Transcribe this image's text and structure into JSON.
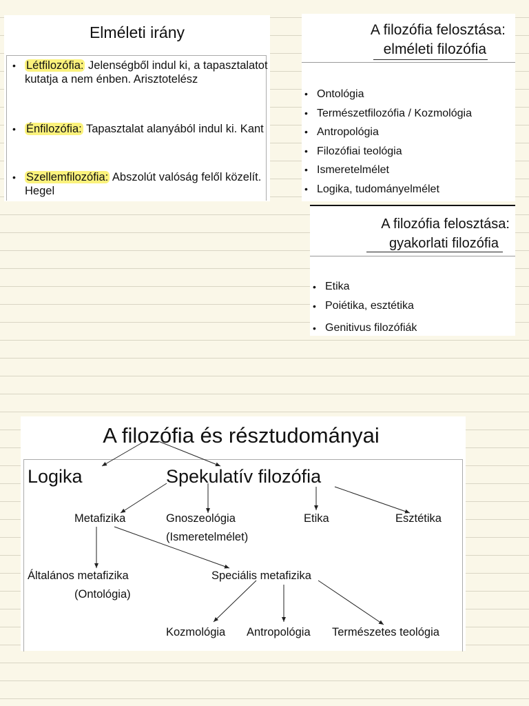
{
  "card1": {
    "title": "Elméleti irány",
    "items": [
      {
        "term": "Létfilozófia:",
        "desc": " Jelenségből indul ki, a tapasztalatot kutatja a nem énben. Arisztotelész"
      },
      {
        "term": "Énfilozófia:",
        "desc": " Tapasztalat alanyából indul ki. Kant"
      },
      {
        "term": "Szellemfilozófia:",
        "desc": " Abszolút valóság felől közelít. Hegel"
      }
    ]
  },
  "card2": {
    "title_line1": "A filozófia felosztása:",
    "title_line2": "elméleti filozófia",
    "items": [
      "Ontológia",
      "Természetfilozófia / Kozmológia",
      "Antropológia",
      "Filozófiai teológia",
      "Ismeretelmélet",
      "Logika, tudományelmélet"
    ]
  },
  "card3": {
    "title_line1": "A filozófia felosztása:",
    "title_line2": "gyakorlati filozófia",
    "items": [
      "Etika",
      "Poiétika, esztétika",
      "Genitivus filozófiák"
    ]
  },
  "card4": {
    "title": "A filozófia és résztudományai",
    "nodes": {
      "logika": "Logika",
      "spekulativ": "Spekulatív filozófia",
      "metafizika": "Metafizika",
      "gnoszeologia": "Gnoszeológia",
      "ismeretelmelet": "(Ismeretelmélet)",
      "etika": "Etika",
      "esztetika": "Esztétika",
      "altalanos": "Általános metafizika",
      "ontologia": "(Ontológia)",
      "specialis": "Speciális metafizika",
      "kozmologia": "Kozmológia",
      "antropologia": "Antropológia",
      "termeszetes": "Természetes teológia"
    }
  }
}
